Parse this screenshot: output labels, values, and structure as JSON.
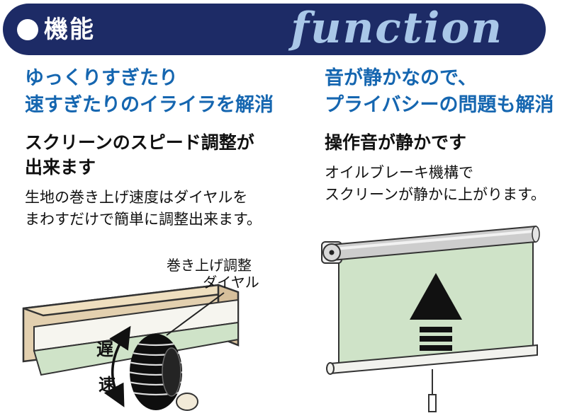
{
  "header": {
    "title": "機能",
    "watermark": "function"
  },
  "sections": {
    "left": {
      "heading1": "ゆっくりすぎたり",
      "heading2": "速すぎたりのイライラを解消",
      "sub1": "スクリーンのスピード調整が",
      "sub2": "出来ます",
      "body1": "生地の巻き上げ速度はダイヤルを",
      "body2": "まわすだけで簡単に調整出来ます。"
    },
    "right": {
      "heading1": "音が静かなので、",
      "heading2": "プライバシーの問題も解消",
      "sub1": "操作音が静かです",
      "body1": "オイルブレーキ機構で",
      "body2": "スクリーンが静かに上がります。"
    }
  },
  "illustrations": {
    "dial": {
      "callout1": "巻き上げ調整",
      "callout2": "ダイヤル",
      "slow": "遅",
      "fast": "速"
    }
  },
  "colors": {
    "banner_bg": "#1d2b66",
    "watermark_blue": "#a9c7e8",
    "heading_blue": "#1566b0",
    "fabric_green": "#cfe3c8",
    "frame_beige": "#e3d0af",
    "roller_gray": "#cdcdcd"
  }
}
